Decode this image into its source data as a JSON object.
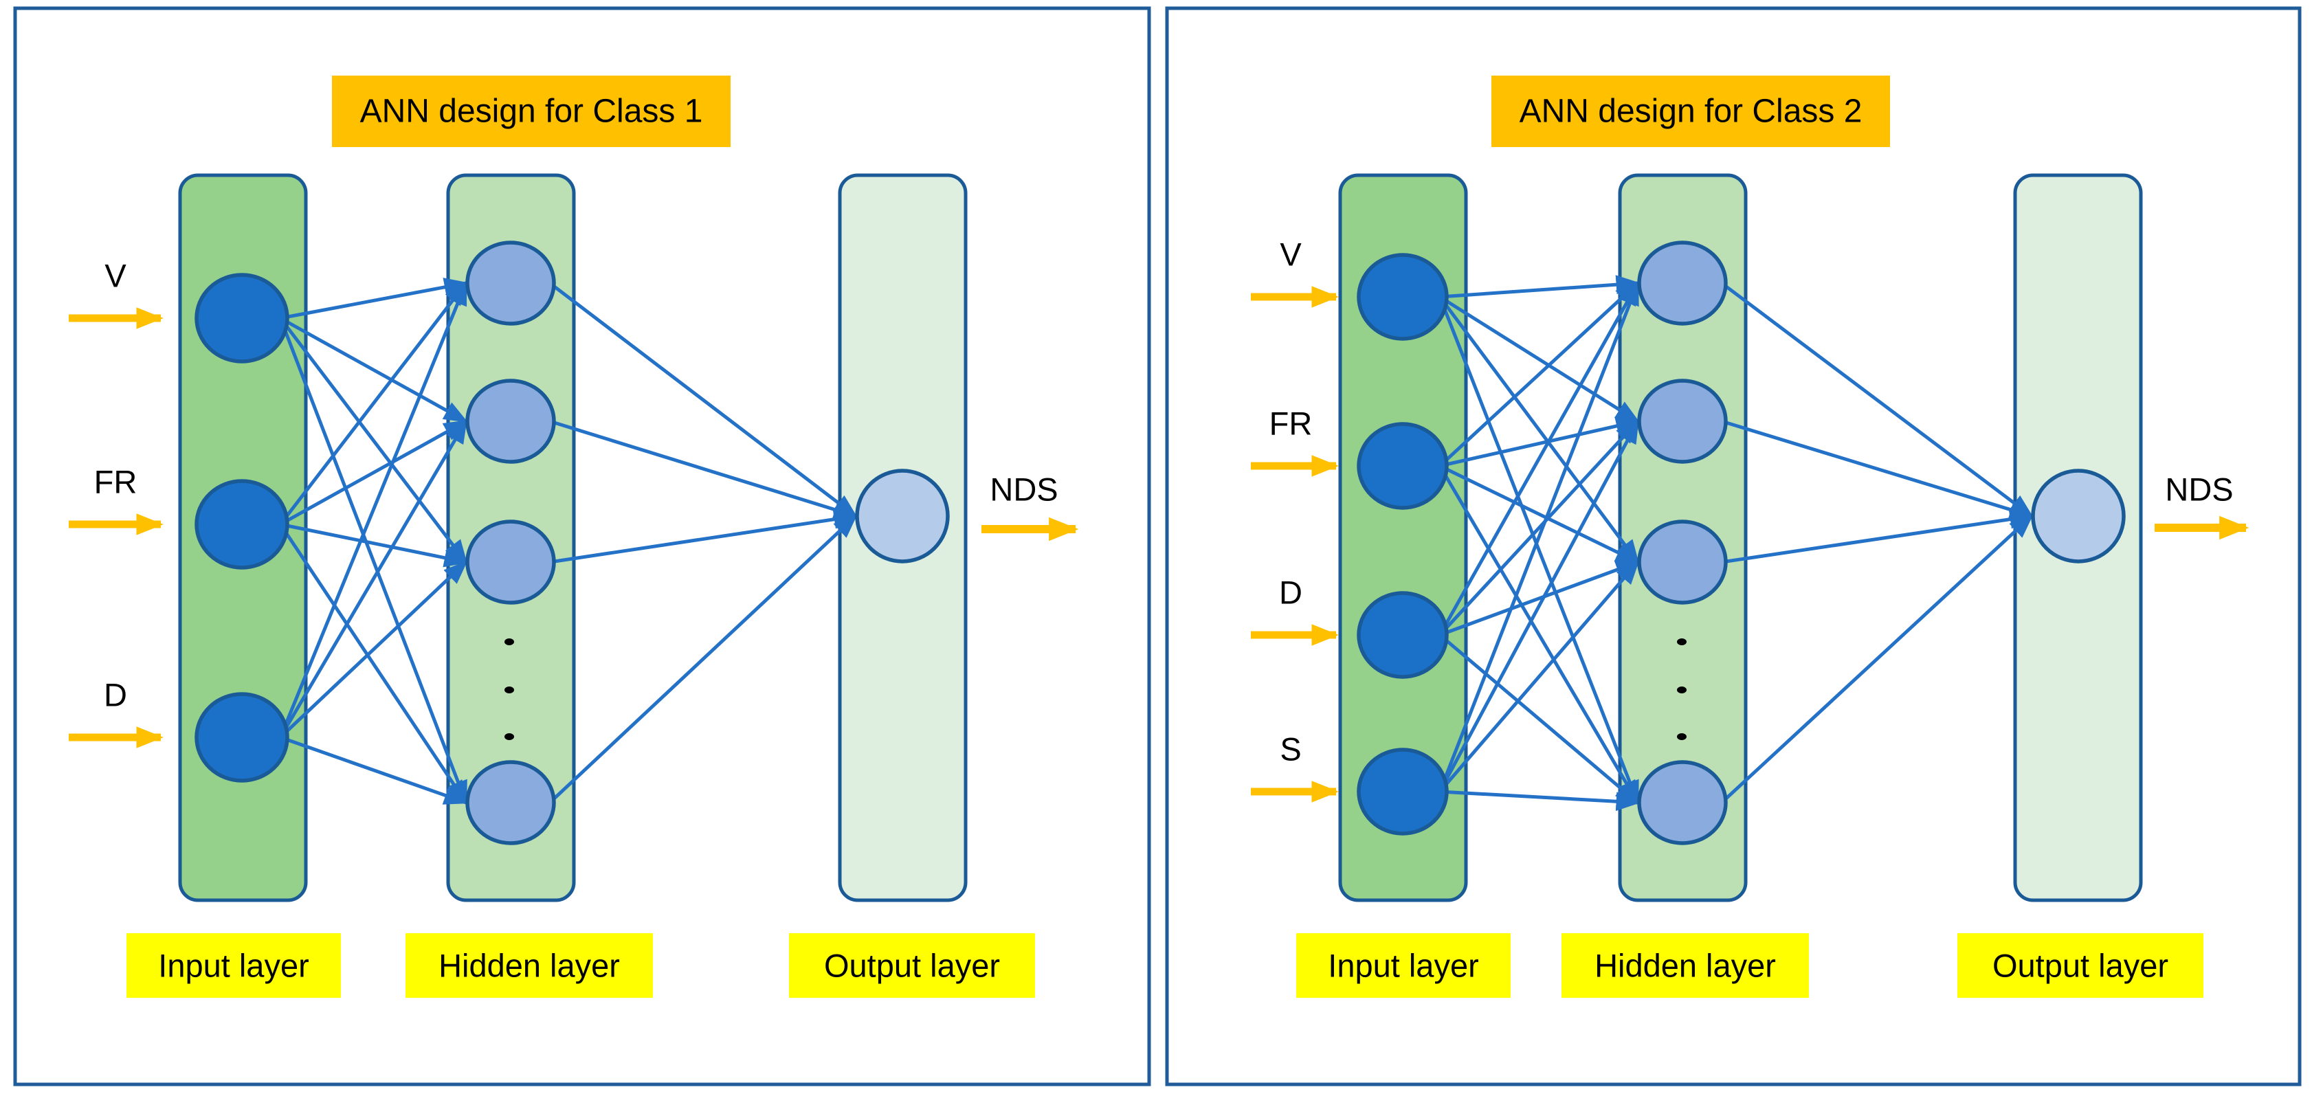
{
  "diagram": {
    "panels": [
      {
        "id": "class1",
        "title": "ANN design for Class 1",
        "inputs": [
          "V",
          "FR",
          "D"
        ],
        "hidden_visible_nodes": 4,
        "hidden_ellipsis_dots": 3,
        "output_label": "NDS",
        "layer_labels": [
          "Input layer",
          "Hidden layer",
          "Output layer"
        ]
      },
      {
        "id": "class2",
        "title": "ANN design for Class 2",
        "inputs": [
          "V",
          "FR",
          "D",
          "S"
        ],
        "hidden_visible_nodes": 4,
        "hidden_ellipsis_dots": 3,
        "output_label": "NDS",
        "layer_labels": [
          "Input layer",
          "Hidden layer",
          "Output layer"
        ]
      }
    ],
    "colors": {
      "panel_border": "#1F5C99",
      "input_column": "#95D18B",
      "hidden_column": "#BCE0B4",
      "output_column": "#DFEFDF",
      "column_border": "#1A5A96",
      "input_node": "#1B70C7",
      "hidden_node": "#89ABDD",
      "output_node": "#B4CBE9",
      "node_border": "#1A5A96",
      "edge": "#2472C8",
      "io_arrow": "#FFC000",
      "title_bg": "#FFC000",
      "layer_label_bg": "#FFFF00",
      "ellipsis_dot": "#000000",
      "text": "#000000"
    }
  }
}
